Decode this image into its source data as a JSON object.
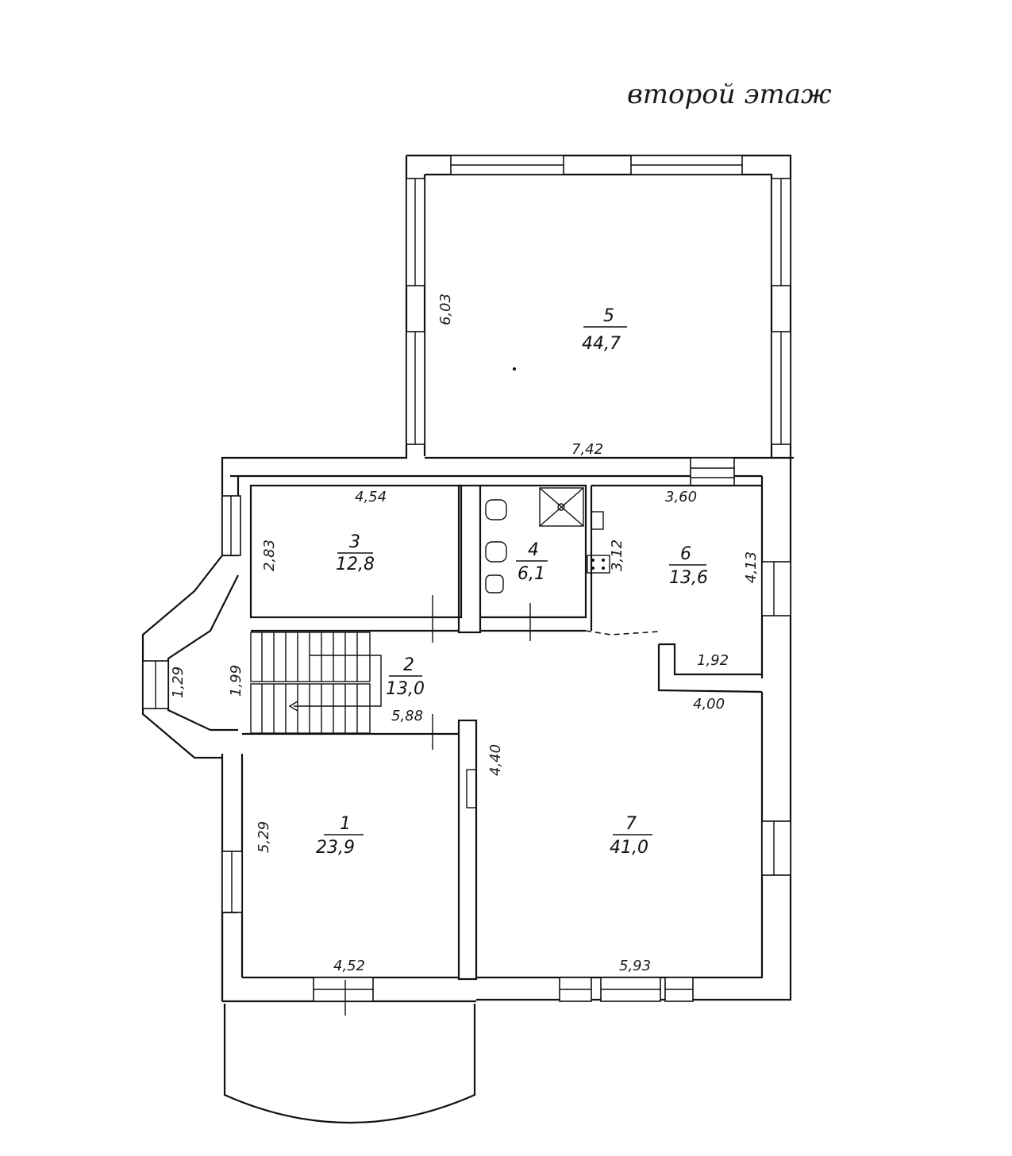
{
  "title": "второй этаж",
  "rooms": [
    {
      "number": "1",
      "area": "23,9"
    },
    {
      "number": "2",
      "area": "13,0"
    },
    {
      "number": "3",
      "area": "12,8"
    },
    {
      "number": "4",
      "area": "6,1"
    },
    {
      "number": "5",
      "area": "44,7"
    },
    {
      "number": "6",
      "area": "13,6"
    },
    {
      "number": "7",
      "area": "41,0"
    }
  ],
  "dimensions": {
    "r5_width": "7,42",
    "r5_height": "6,03",
    "r3_width": "4,54",
    "r3_height": "2,83",
    "r6_top": "3,60",
    "r6_right": "4,13",
    "r6_left": "3,12",
    "r6_bottom": "1,92",
    "r7_top": "4,00",
    "r7_left": "4,40",
    "r7_bottom": "5,93",
    "stair_bottom": "5,88",
    "bay_depth": "1,99",
    "bay_width": "1,29",
    "r1_height": "5,29",
    "r1_bottom": "4,52"
  }
}
